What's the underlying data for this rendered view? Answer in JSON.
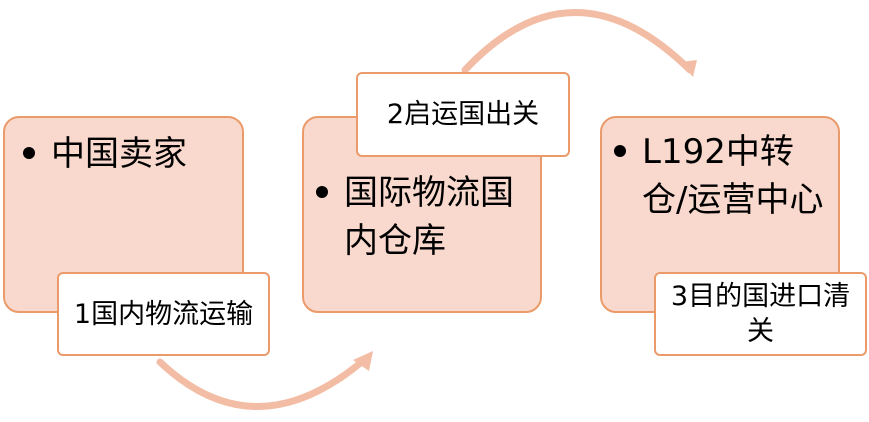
{
  "colors": {
    "stage_fill": "#f9d9ce",
    "stage_border": "#eb9a6a",
    "label_fill": "#ffffff",
    "arrow": "#f3bda5"
  },
  "stages": [
    {
      "text": "中国卖家"
    },
    {
      "text": "国际物流国内仓库"
    },
    {
      "text": "L192中转仓/运营中心"
    }
  ],
  "labels": [
    {
      "text": "1国内物流运输"
    },
    {
      "text": "2启运国出关"
    },
    {
      "text": "3目的国进口清关"
    }
  ]
}
